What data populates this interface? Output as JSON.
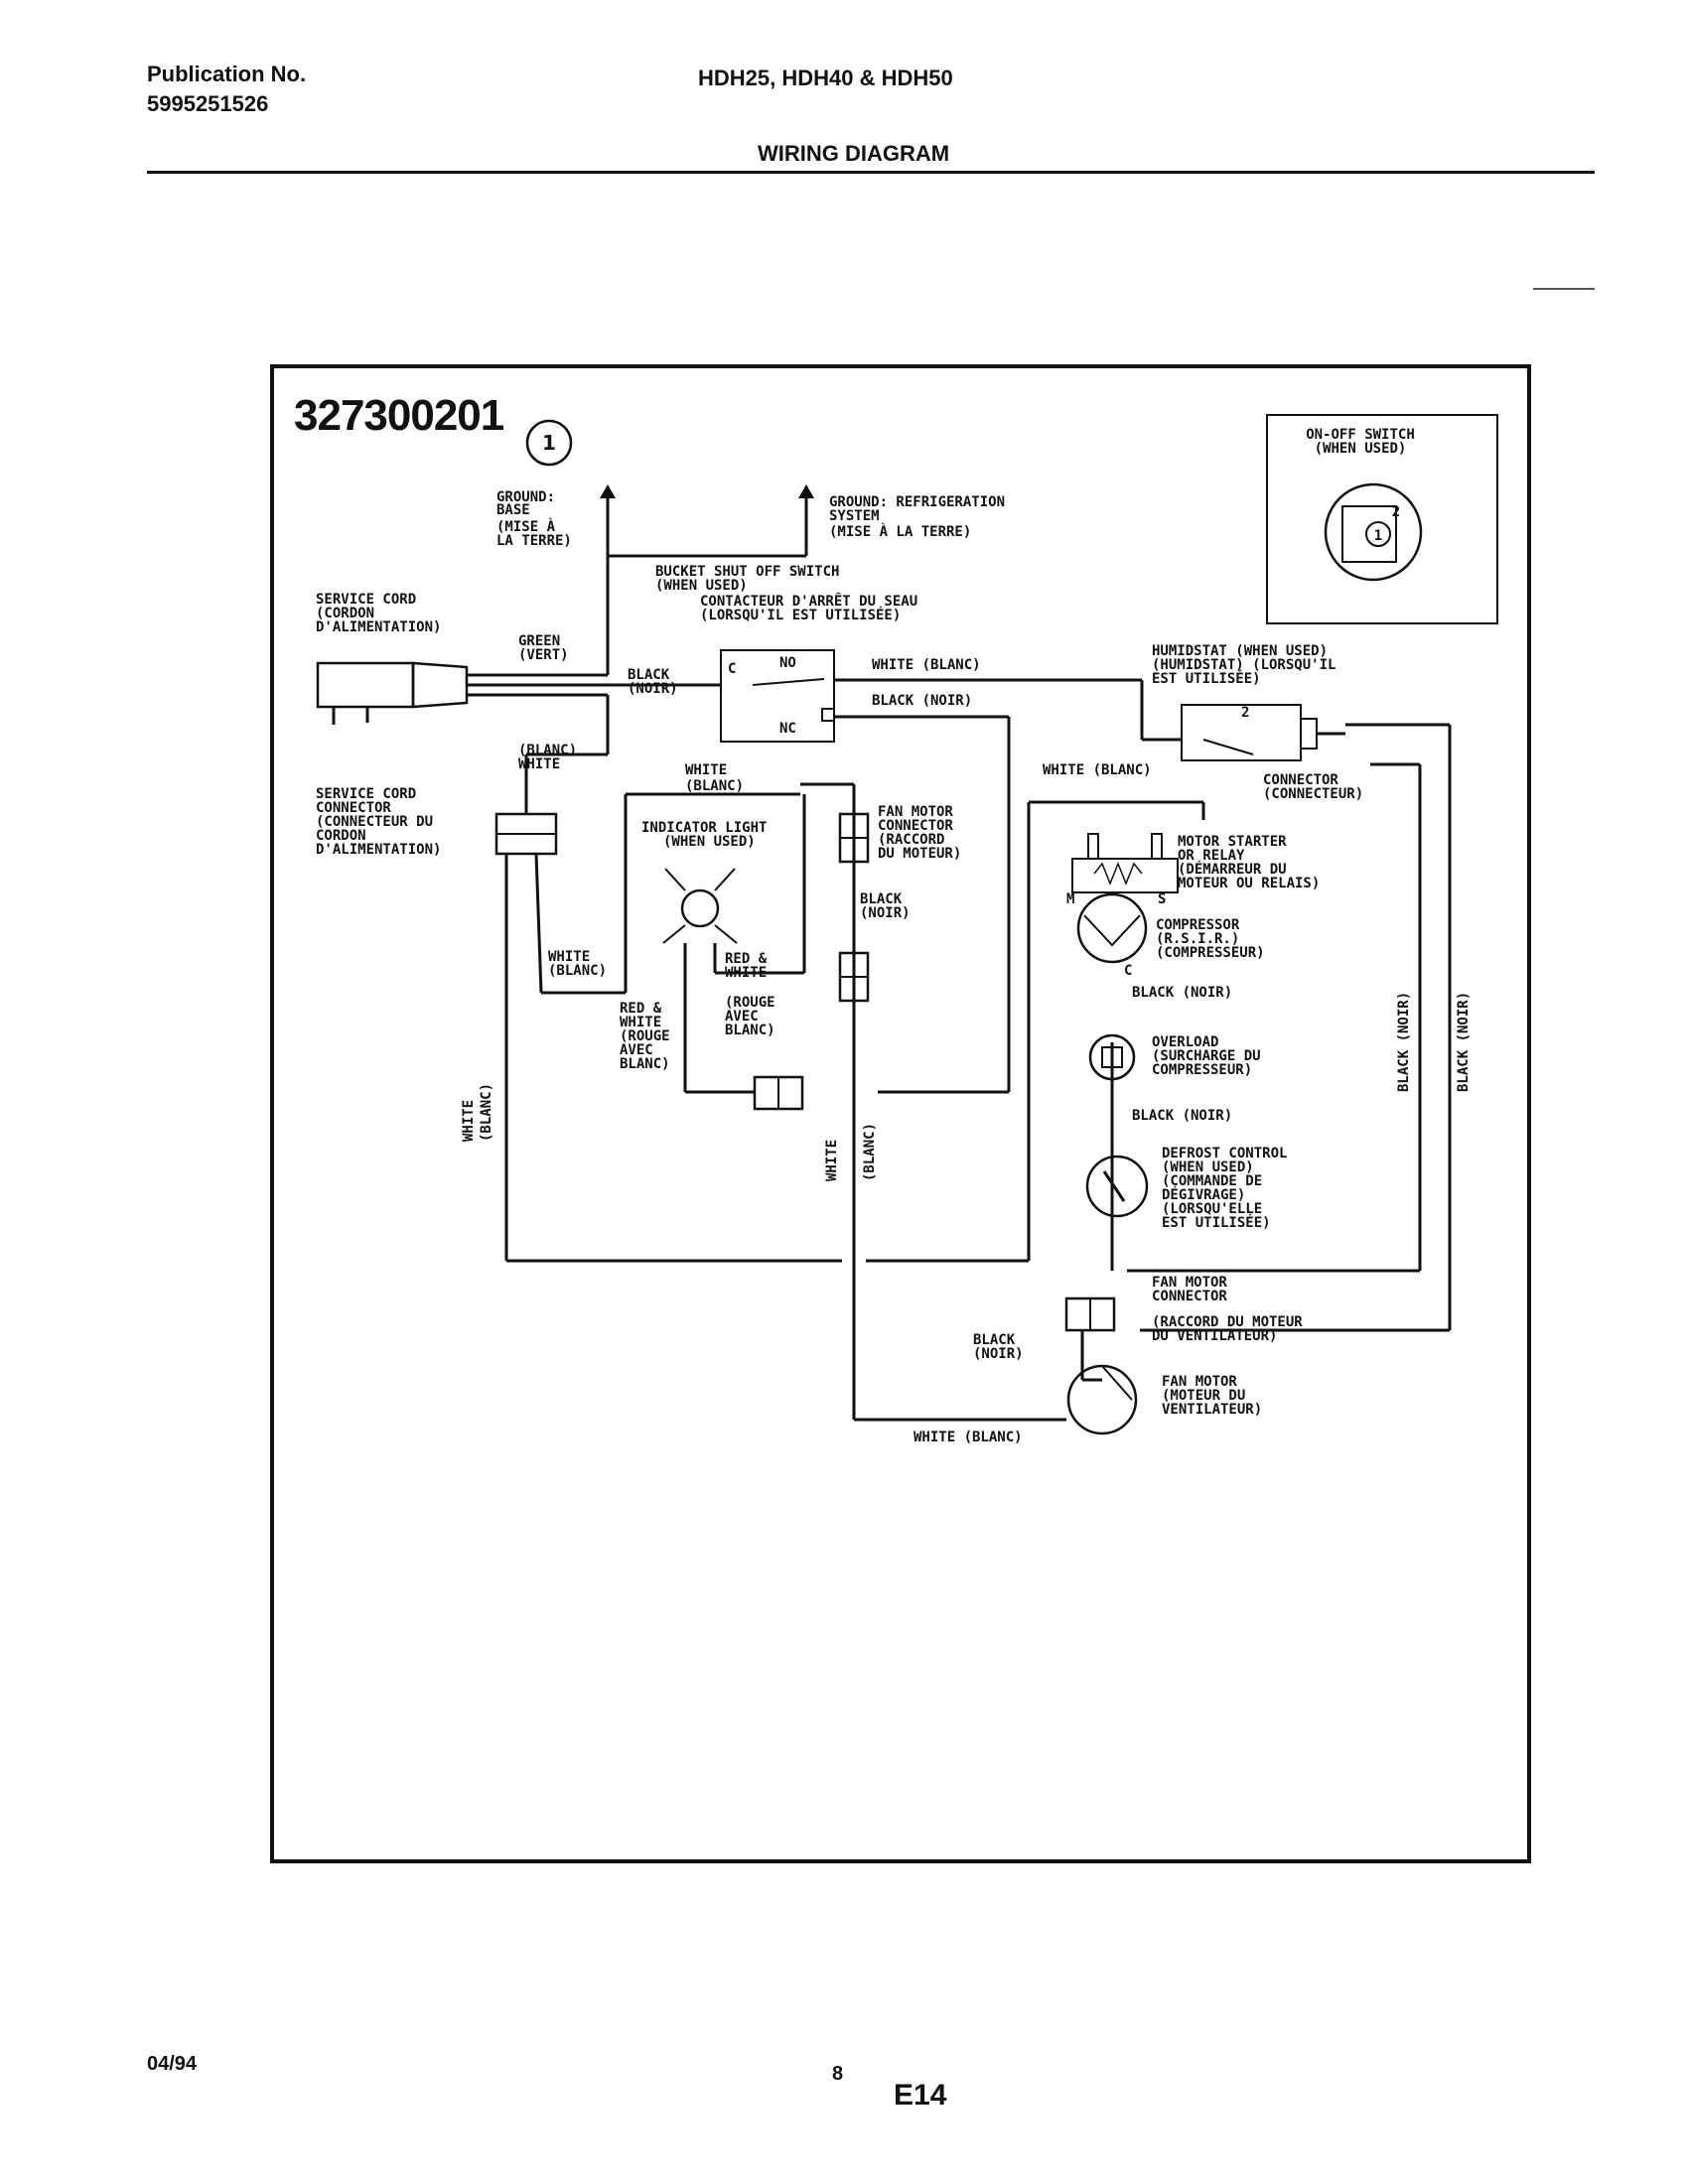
{
  "header": {
    "publication_label": "Publication No.",
    "publication_number": "5995251526",
    "models": "HDH25, HDH40 & HDH50",
    "section_title": "WIRING DIAGRAM"
  },
  "diagram": {
    "part_number": "327300201",
    "circle_marker": "1",
    "on_off_switch": [
      "ON-OFF SWITCH",
      "(WHEN USED)"
    ],
    "switch_terminals": [
      "1",
      "2"
    ],
    "ground_base": [
      "GROUND:",
      "BASE",
      "(MISE À",
      "LA TERRE)"
    ],
    "ground_refrigeration": [
      "GROUND: REFRIGERATION",
      "SYSTEM",
      "(MISE À LA TERRE)"
    ],
    "bucket_switch": [
      "BUCKET SHUT OFF SWITCH",
      "(WHEN USED)",
      "CONTACTEUR D'ARRÊT DU SEAU",
      "(LORSQU'IL EST UTILISÉE)"
    ],
    "bucket_terminals": [
      "C",
      "NO",
      "NC"
    ],
    "service_cord": [
      "SERVICE CORD",
      "(CORDON",
      "D'ALIMENTATION)"
    ],
    "green": [
      "GREEN",
      "(VERT)"
    ],
    "black_noir_main": [
      "BLACK",
      "(NOIR)"
    ],
    "white_blanc_top": "WHITE (BLANC)",
    "black_noir_top": "BLACK (NOIR)",
    "humidstat": [
      "HUMIDSTAT (WHEN USED)",
      "(HUMIDSTAT) (LORSQU'IL",
      "EST UTILISÉE)"
    ],
    "humidstat_terminal": "2",
    "connector": [
      "CONNECTOR",
      "(CONNECTEUR)"
    ],
    "blanc_white_cord": [
      "(BLANC)",
      "WHITE"
    ],
    "service_cord_connector": [
      "SERVICE CORD",
      "CONNECTOR",
      "(CONNECTEUR DU",
      "CORDON",
      "D'ALIMENTATION)"
    ],
    "white_blanc_mid": [
      "WHITE",
      "(BLANC)"
    ],
    "white_blanc_right": "WHITE (BLANC)",
    "indicator_light": [
      "INDICATOR LIGHT",
      "(WHEN USED)"
    ],
    "fan_motor_connector_top": [
      "FAN MOTOR",
      "CONNECTOR",
      "(RACCORD",
      "DU MOTEUR)"
    ],
    "black_noir_fan": [
      "BLACK",
      "(NOIR)"
    ],
    "motor_starter": [
      "MOTOR STARTER",
      "OR RELAY",
      "(DÉMARREUR DU",
      "MOTEUR OU RELAIS)"
    ],
    "relay_terminals": [
      "M",
      "S",
      "C"
    ],
    "compressor": [
      "COMPRESSOR",
      "(R.S.I.R.)",
      "(COMPRESSEUR)"
    ],
    "black_noir_comp": "BLACK (NOIR)",
    "overload": [
      "OVERLOAD",
      "(SURCHARGE DU",
      "COMPRESSEUR)"
    ],
    "black_noir_overload": "BLACK (NOIR)",
    "defrost_control": [
      "DEFROST CONTROL",
      "(WHEN USED)",
      "(COMMANDE DE",
      "DÉGIVRAGE)",
      "(LORSQU'ELLE",
      "EST UTILISÉE)"
    ],
    "white_blanc_low": [
      "WHITE",
      "(BLANC)"
    ],
    "red_white_light": [
      "RED &",
      "WHITE",
      "(ROUGE",
      "AVEC",
      "BLANC)"
    ],
    "red_white_left": [
      "RED &",
      "WHITE",
      "(ROUGE",
      "AVEC",
      "BLANC)"
    ],
    "white_blanc_vert_left": [
      "WHITE",
      "(BLANC)"
    ],
    "white_vert_center": "WHITE",
    "blanc_vert_center": "(BLANC)",
    "black_noir_vert_1": "BLACK (NOIR)",
    "black_noir_vert_2": "BLACK (NOIR)",
    "fan_motor_connector_bottom": [
      "FAN MOTOR",
      "CONNECTOR",
      "(RACCORD DU MOTEUR",
      "DU VENTILATEUR)"
    ],
    "black_noir_bottom": [
      "BLACK",
      "(NOIR)"
    ],
    "fan_motor": [
      "FAN MOTOR",
      "(MOTEUR DU",
      "VENTILATEUR)"
    ],
    "white_blanc_bottom": "WHITE (BLANC)"
  },
  "footer": {
    "date": "04/94",
    "page_number": "8",
    "page_code": "E14"
  }
}
